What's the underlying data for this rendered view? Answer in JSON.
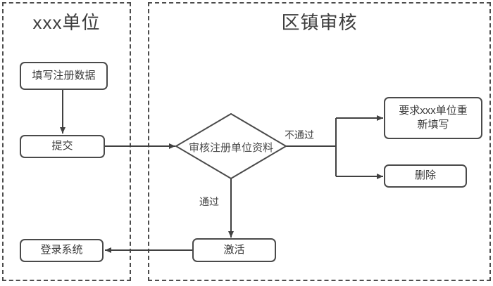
{
  "diagram": {
    "type": "flowchart-swimlane",
    "lanes": [
      {
        "id": "unit",
        "title": "xxx单位"
      },
      {
        "id": "review",
        "title": "区镇审核"
      }
    ],
    "nodes": [
      {
        "id": "fill",
        "type": "process",
        "lane": "unit",
        "label": "填写注册数据"
      },
      {
        "id": "submit",
        "type": "process",
        "lane": "unit",
        "label": "提交"
      },
      {
        "id": "audit",
        "type": "decision",
        "lane": "review",
        "label": "审核注册单位资料"
      },
      {
        "id": "refill",
        "type": "process",
        "lane": "review",
        "label": "要求xxx单位重新填写"
      },
      {
        "id": "delete",
        "type": "process",
        "lane": "review",
        "label": "删除"
      },
      {
        "id": "activate",
        "type": "process",
        "lane": "review",
        "label": "激活"
      },
      {
        "id": "login",
        "type": "process",
        "lane": "unit",
        "label": "登录系统"
      }
    ],
    "edges": [
      {
        "from": "fill",
        "to": "submit",
        "label": ""
      },
      {
        "from": "submit",
        "to": "audit",
        "label": ""
      },
      {
        "from": "audit",
        "to": "refill",
        "label": "不通过"
      },
      {
        "from": "audit",
        "to": "delete",
        "label": "不通过"
      },
      {
        "from": "audit",
        "to": "activate",
        "label": "通过"
      },
      {
        "from": "activate",
        "to": "login",
        "label": ""
      }
    ],
    "edge_labels": {
      "fail": "不通过",
      "pass": "通过"
    },
    "colors": {
      "background": "#ffffff",
      "line": "#414141",
      "border": "#4a4a4a",
      "text": "#383838"
    }
  }
}
